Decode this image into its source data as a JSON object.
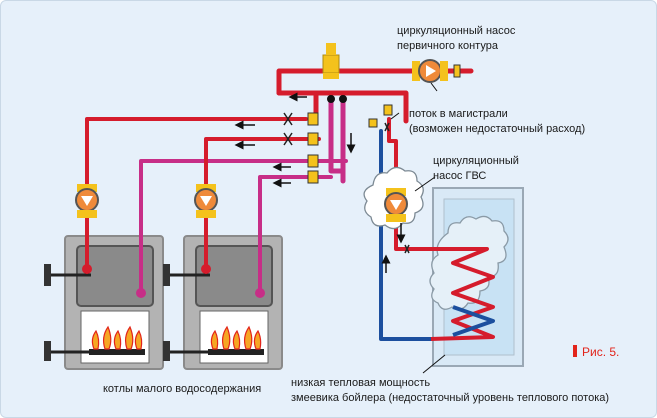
{
  "labels": {
    "primary_pump_line1": "циркуляционный насос",
    "primary_pump_line2": "первичного контура",
    "flow_line1": "поток в магистрали",
    "flow_line2": "(возможен недостаточный расход)",
    "dhw_pump_line1": "циркуляционный",
    "dhw_pump_line2": "насос ГВС",
    "boilers": "котлы малого водосодержания",
    "coil_line1": "низкая тепловая мощность",
    "coil_line2": "змеевика бойлера (недостаточный уровень теплового потока)",
    "figure": "Рис. 5."
  },
  "colors": {
    "background": "#e6f0fa",
    "supply_pipe": "#d51c2c",
    "boiler_pipe": "#c72e87",
    "return_pipe": "#1c4f9e",
    "pump_body": "#ef8a3a",
    "valve": "#f4c21c",
    "boiler_body": "#b3b3b3",
    "tank": "#c8e2f4",
    "accent": "#e2241b"
  },
  "icons": [
    "circulation-pump-icon",
    "check-valve-icon",
    "three-way-valve-icon",
    "flame-icon",
    "flow-arrow-icon",
    "heat-cloud-icon",
    "coil-icon"
  ]
}
